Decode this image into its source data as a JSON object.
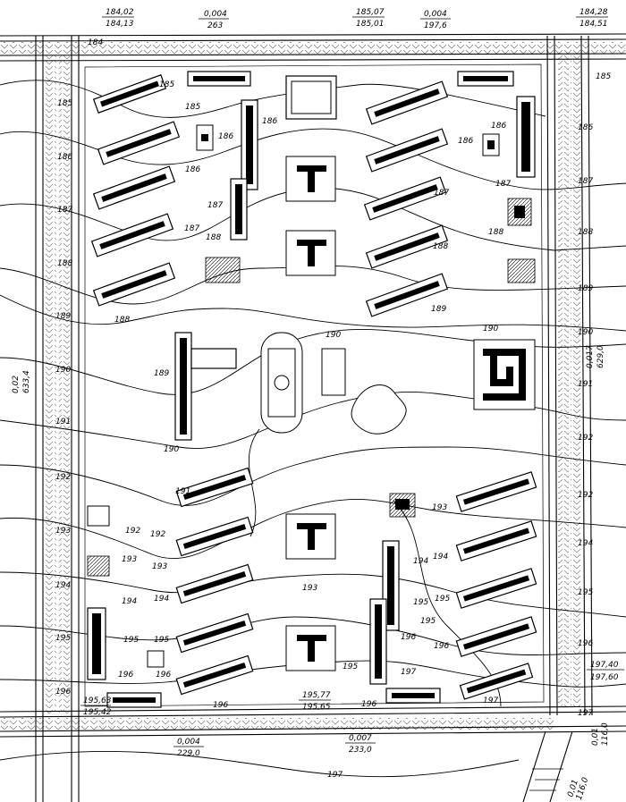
{
  "elevations": {
    "top_left": {
      "top": "184,02",
      "bottom": "184,13"
    },
    "top_center": {
      "top": "185,07",
      "bottom": "185,01"
    },
    "top_right": {
      "top": "184,28",
      "bottom": "184,51"
    },
    "bottom_left": {
      "top": "195,63",
      "bottom": "195,42"
    },
    "bottom_center": {
      "top": "195,77",
      "bottom": "195,65"
    },
    "bottom_right": {
      "top": "197,40",
      "bottom": "197,60"
    }
  },
  "slopes": {
    "top_left": {
      "gradient": "0,004",
      "length": "263"
    },
    "top_right": {
      "gradient": "0,004",
      "length": "197,6"
    },
    "left": {
      "gradient": "0,02",
      "length": "633,4"
    },
    "right": {
      "gradient": "0,017",
      "length": "629,0"
    },
    "bottom_left": {
      "gradient": "0,004",
      "length": "229,0"
    },
    "bottom_center": {
      "gradient": "0,007",
      "length": "233,0"
    },
    "bottom_right": {
      "gradient": "0,01",
      "length": "116,0"
    },
    "bottom_right_diag": {
      "gradient": "0,01",
      "length": "116,0"
    }
  },
  "contour_labels": [
    "184",
    "185",
    "186",
    "187",
    "188",
    "189",
    "190",
    "191",
    "192",
    "193",
    "194",
    "195",
    "196",
    "197"
  ]
}
